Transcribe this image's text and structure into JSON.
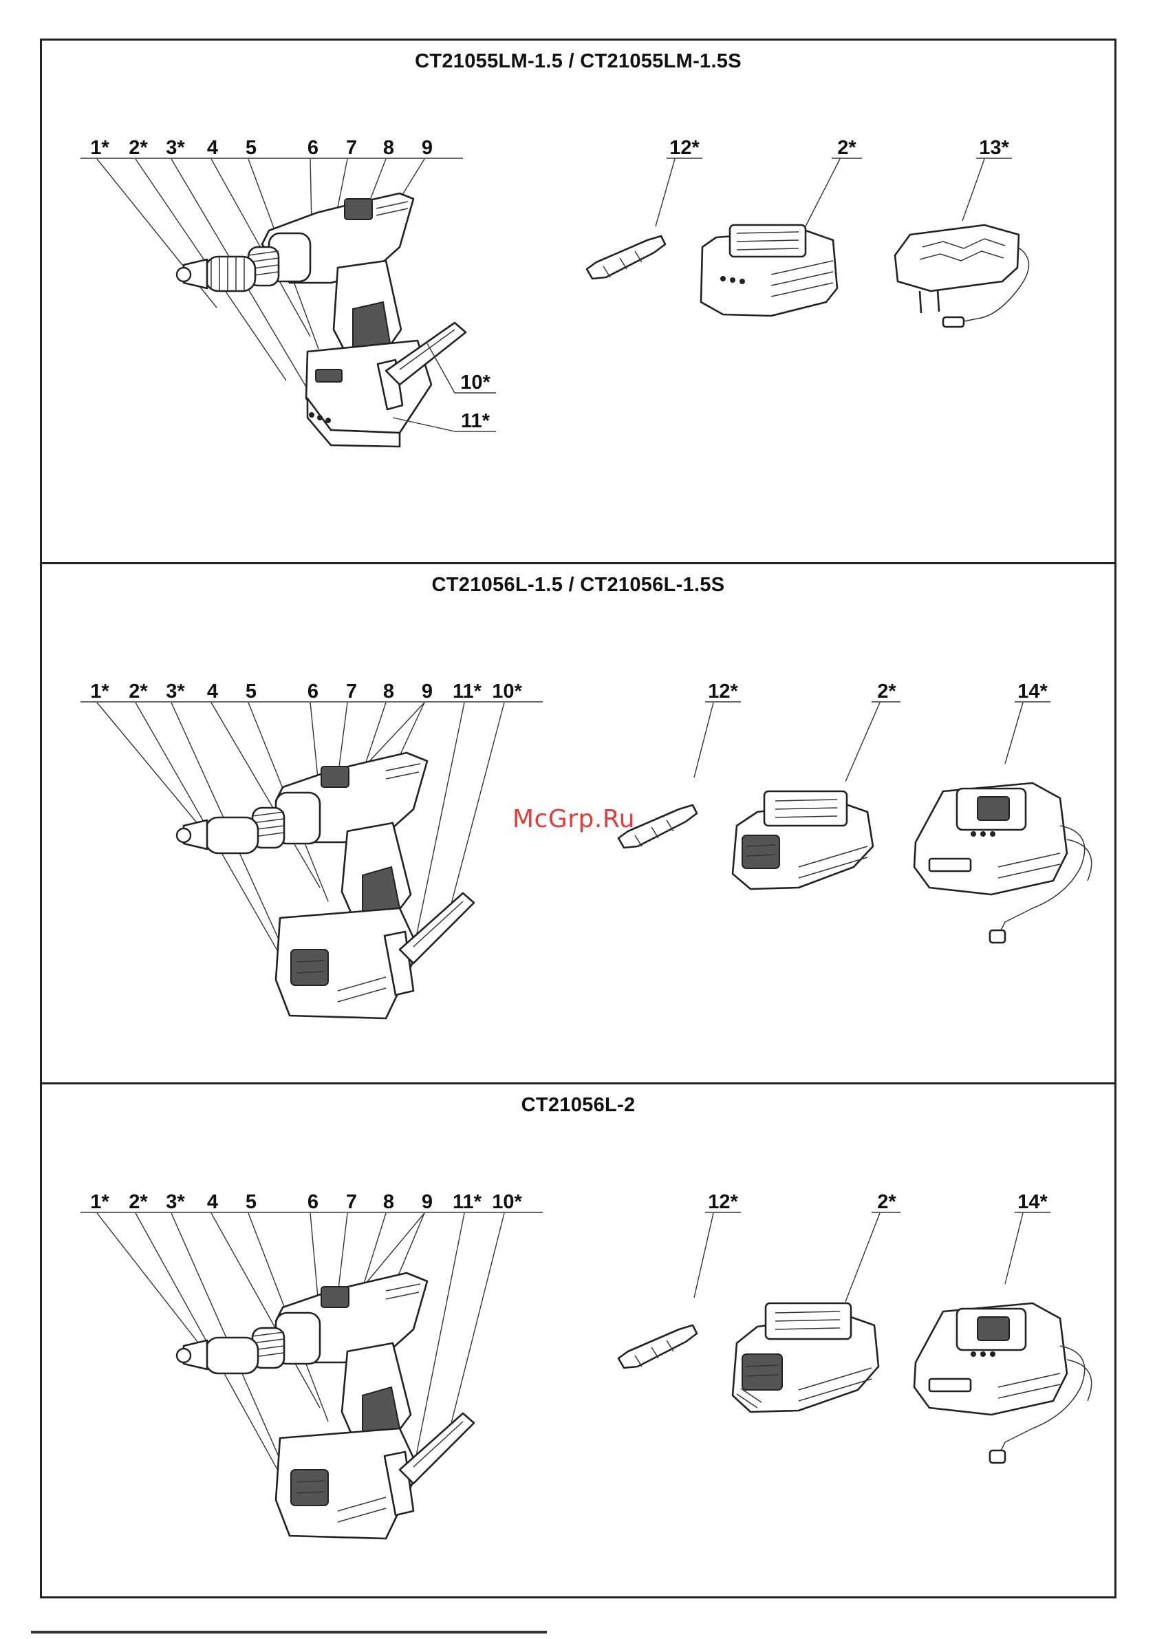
{
  "panels": [
    {
      "title": "CT21055LM-1.5 / CT21055LM-1.5S",
      "drill_labels": [
        "1*",
        "2*",
        "3*",
        "4",
        "5",
        "6",
        "7",
        "8",
        "9"
      ],
      "side_labels": [
        "10*",
        "11*"
      ],
      "accessory_labels": [
        "12*",
        "2*",
        "13*"
      ]
    },
    {
      "title": "CT21056L-1.5 / CT21056L-1.5S",
      "drill_labels": [
        "1*",
        "2*",
        "3*",
        "4",
        "5",
        "6",
        "7",
        "8",
        "9",
        "11*",
        "10*"
      ],
      "accessory_labels": [
        "12*",
        "2*",
        "14*"
      ]
    },
    {
      "title": "CT21056L-2",
      "drill_labels": [
        "1*",
        "2*",
        "3*",
        "4",
        "5",
        "6",
        "7",
        "8",
        "9",
        "11*",
        "10*"
      ],
      "accessory_labels": [
        "12*",
        "2*",
        "14*"
      ]
    }
  ],
  "watermark": "McGrp.Ru",
  "icons": [
    "drill-icon",
    "bit-icon",
    "battery-icon",
    "adapter-charger-icon",
    "station-charger-icon"
  ]
}
